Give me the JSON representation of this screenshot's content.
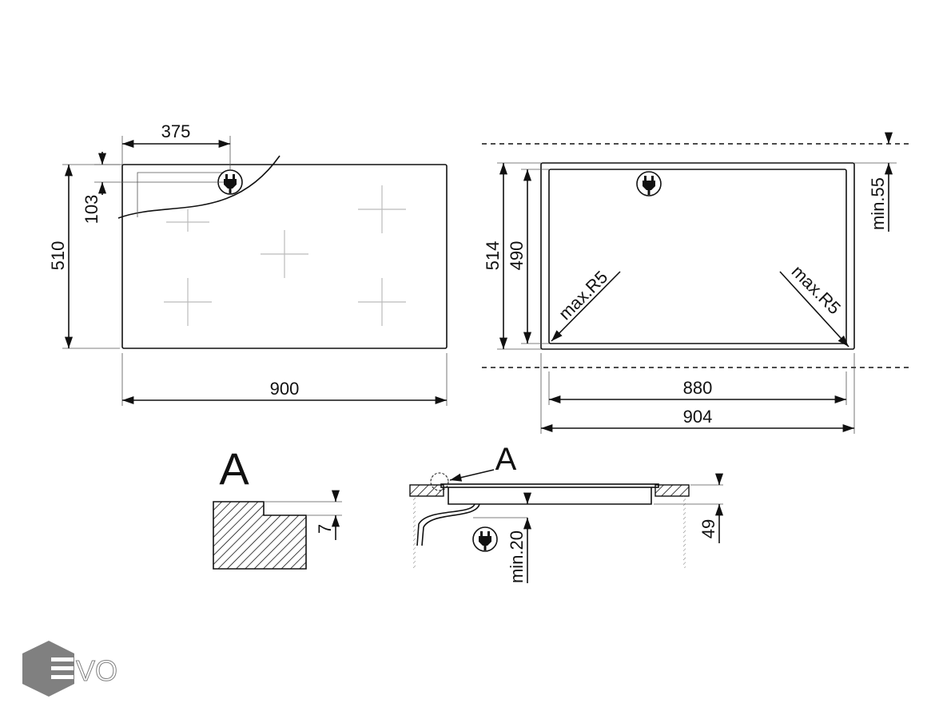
{
  "top_view": {
    "dim_width": "900",
    "dim_height": "510",
    "dim_plug_x": "375",
    "dim_plug_y": "103"
  },
  "cutout_view": {
    "dim_outer_width": "904",
    "dim_inner_width": "880",
    "dim_outer_height": "514",
    "dim_inner_height": "490",
    "dim_clearance": "min.55",
    "radius_left": "max.R5",
    "radius_right": "max.R5"
  },
  "detail_a": {
    "label": "A",
    "dim_step": "7"
  },
  "section_view": {
    "label": "A",
    "dim_clearance_below": "min.20",
    "dim_depth": "49"
  },
  "logo": {
    "text": "EVO",
    "color": "#808080"
  }
}
